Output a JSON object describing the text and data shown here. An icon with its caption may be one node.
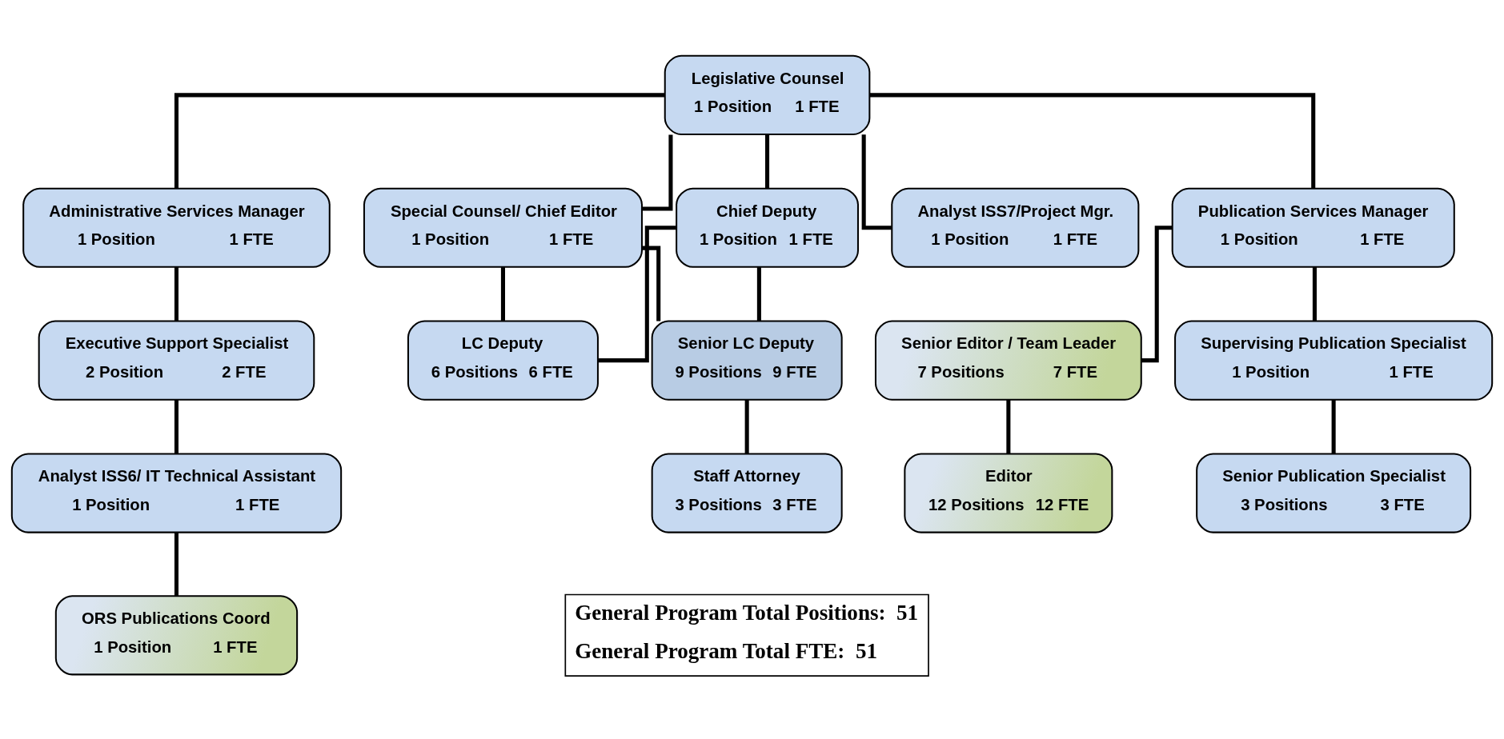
{
  "diagram": {
    "nodes": [
      {
        "text": [
          "Legislative Counsel",
          "1 Position",
          "1 FTE"
        ]
      },
      {
        "text": [
          "Administrative Services Manager",
          "1 Position",
          "1 FTE"
        ]
      },
      {
        "text": [
          "Chief Deputy",
          "1 Position",
          "1 FTE"
        ]
      },
      {
        "text": [
          "Special Counsel/ Chief Editor",
          "1 Position",
          "1 FTE"
        ]
      },
      {
        "text": [
          "Analyst ISS7/Project Mgr.",
          "1 Position",
          "1 FTE"
        ]
      },
      {
        "text": [
          "Publication Services Manager",
          "1 Position",
          "1 FTE"
        ]
      },
      {
        "text": [
          "Executive Support Specialist",
          "2 Position",
          "2 FTE"
        ]
      },
      {
        "text": [
          "Senior LC Deputy",
          "9 Positions",
          "9 FTE"
        ]
      },
      {
        "text": [
          "LC Deputy",
          "6 Positions",
          "6 FTE"
        ]
      },
      {
        "text": [
          "Supervising Publication Specialist",
          "1 Position",
          "1 FTE"
        ]
      },
      {
        "text": [
          "Senior Editor / Team Leader",
          "7 Positions",
          "7 FTE"
        ]
      },
      {
        "text": [
          "Analyst ISS6/ IT Technical Assistant",
          "1 Position",
          "1 FTE"
        ]
      },
      {
        "text": [
          "Staff Attorney",
          "3 Positions",
          "3 FTE"
        ]
      },
      {
        "text": [
          "Senior Publication Specialist",
          "3 Positions",
          "3 FTE"
        ]
      },
      {
        "text": [
          "Editor",
          "12 Positions",
          "12 FTE"
        ]
      },
      {
        "text": [
          "ORS Publications Coord",
          "1 Position",
          "1 FTE"
        ]
      }
    ],
    "edges": [
      {
        "from": 0,
        "to": 1,
        "arrow": "none"
      },
      {
        "from": 0,
        "to": 2,
        "arrow": "none"
      },
      {
        "from": 0,
        "to": 3,
        "arrow": "none"
      },
      {
        "from": 0,
        "to": 4,
        "arrow": "none"
      },
      {
        "from": 0,
        "to": 5,
        "arrow": "none"
      },
      {
        "from": 1,
        "to": 6,
        "arrow": "none"
      },
      {
        "from": 2,
        "to": 7,
        "arrow": "none"
      },
      {
        "from": 2,
        "to": 8,
        "arrow": "none"
      },
      {
        "from": 3,
        "to": 7,
        "arrow": "none"
      },
      {
        "from": 3,
        "to": 8,
        "arrow": "none"
      },
      {
        "from": 5,
        "to": 9,
        "arrow": "none"
      },
      {
        "from": 5,
        "to": 10,
        "arrow": "none"
      },
      {
        "from": 6,
        "to": 11,
        "arrow": "none"
      },
      {
        "from": 7,
        "to": 12,
        "arrow": "none"
      },
      {
        "from": 9,
        "to": 13,
        "arrow": "none"
      },
      {
        "from": 10,
        "to": 14,
        "arrow": "none"
      },
      {
        "from": 11,
        "to": 15,
        "arrow": "none"
      }
    ],
    "labels": [
      "General Program Total Positions:  51",
      "General Program Total FTE:  51"
    ]
  }
}
